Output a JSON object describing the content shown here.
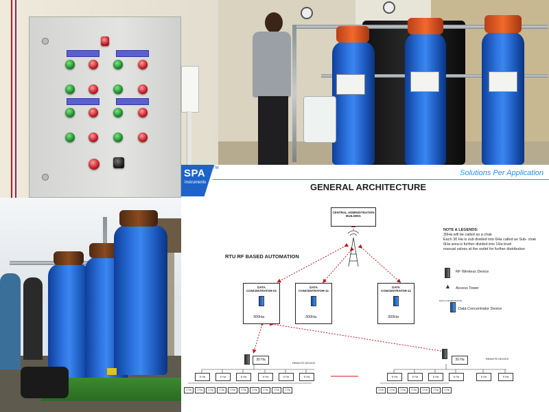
{
  "diagram": {
    "logo_text": "SPA",
    "logo_sub": "Instruments",
    "logo_tm": "TM",
    "tagline": "Solutions Per Application",
    "title": "GENERAL ARCHITECTURE",
    "central_box": "CENTRAL ADMINISTRATION BUILDING",
    "rtu_label": "RTU RF BASED AUTOMATION",
    "concentrators": [
      {
        "label": "DATA CONCENTRATOR-01",
        "capacity": "300Ha"
      },
      {
        "label": "DATA CONCENTRATOR-11",
        "capacity": "300Ha"
      },
      {
        "label": "DATA CONCENTRATOR-11",
        "capacity": "300Ha"
      }
    ],
    "notes_heading": "NOTE & LEGENDS:",
    "notes": [
      "30Ha will be called as a chak",
      "Each 30 Ha is sub divided into 6Ha called as Sub- chak",
      "6Ha area is further divided into 1Ha level",
      "manual valves at the outlet for further distribution"
    ],
    "legend": {
      "rf": "RF Wireless Device",
      "tower": "Access Tower",
      "dc_icon": "DATA CONCENTRATOR",
      "dc": "Data Concentrator Device"
    },
    "remote_device": "REMOTE DEVICE",
    "chak": "30 Ha",
    "subchak": "6 Ha",
    "hectare": "1 Ha"
  },
  "colors": {
    "accent_blue": "#1e63c9",
    "tagline_blue": "#2f8de0",
    "link_red": "#c0141c",
    "tank_blue": "#2d74e0",
    "valve_orange": "#f06a2a"
  }
}
